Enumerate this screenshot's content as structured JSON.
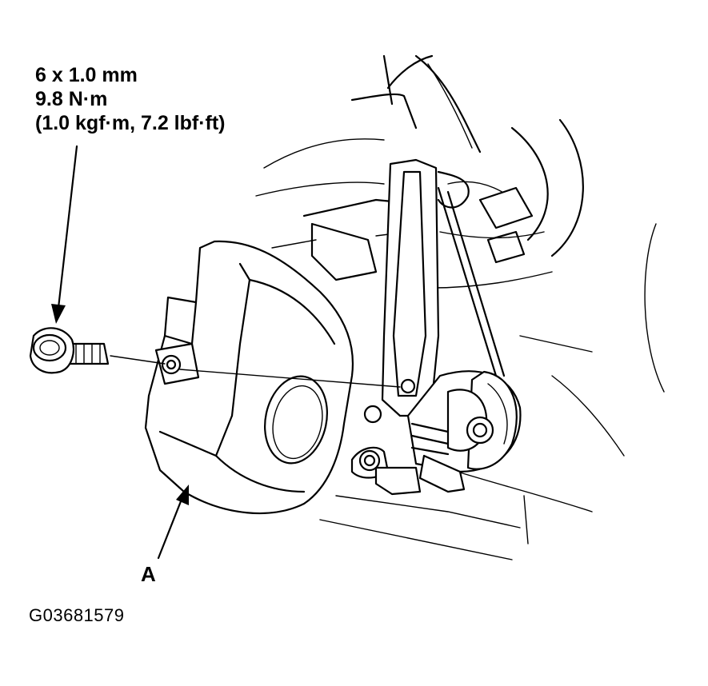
{
  "bolt_spec": {
    "size": "6 x 1.0 mm",
    "torque_nm": "9.8 N·m",
    "torque_alt": "(1.0 kgf·m, 7.2 lbf·ft)"
  },
  "callout_a": "A",
  "figure_id": "G03681579"
}
